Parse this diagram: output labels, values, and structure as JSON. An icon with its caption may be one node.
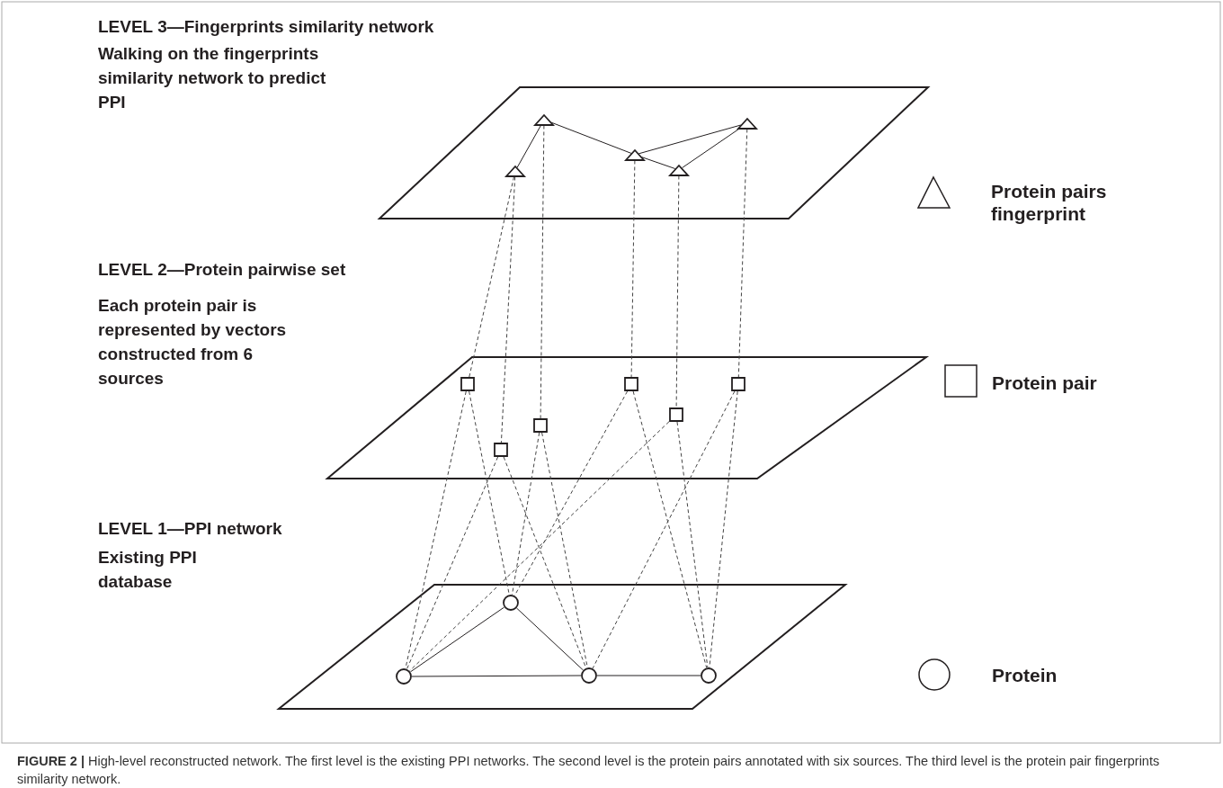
{
  "diagram": {
    "caption": "**FIGURE 2 |** High-level reconstructed network. The first level is the existing PPI networks. The second level is the protein pairs annotated with six sources. The third level is the protein pair fingerprints similarity network.",
    "nodes": [
      {
        "text": [],
        "shape": "triangle"
      },
      {
        "text": [],
        "shape": "triangle"
      },
      {
        "text": [],
        "shape": "triangle"
      },
      {
        "text": [],
        "shape": "triangle"
      },
      {
        "text": [],
        "shape": "triangle"
      },
      {
        "text": [],
        "shape": "box"
      },
      {
        "text": [],
        "shape": "box"
      },
      {
        "text": [],
        "shape": "box"
      },
      {
        "text": [],
        "shape": "box"
      },
      {
        "text": [],
        "shape": "box"
      },
      {
        "text": [],
        "shape": "box"
      },
      {
        "text": [],
        "shape": "circle"
      },
      {
        "text": [],
        "shape": "circle"
      },
      {
        "text": [],
        "shape": "circle"
      },
      {
        "text": [],
        "shape": "circle"
      }
    ],
    "edges": [
      {
        "from": 1,
        "to": 0,
        "arrow": "none"
      },
      {
        "from": 1,
        "to": 2,
        "arrow": "none"
      },
      {
        "from": 2,
        "to": 4,
        "arrow": "none"
      },
      {
        "from": 2,
        "to": 3,
        "arrow": "none"
      },
      {
        "from": 3,
        "to": 4,
        "arrow": "none"
      },
      {
        "from": 0,
        "to": 5,
        "arrow": "none",
        "style": "dashed"
      },
      {
        "from": 0,
        "to": 6,
        "arrow": "none",
        "style": "dashed"
      },
      {
        "from": 1,
        "to": 7,
        "arrow": "none",
        "style": "dashed"
      },
      {
        "from": 2,
        "to": 8,
        "arrow": "none",
        "style": "dashed"
      },
      {
        "from": 3,
        "to": 9,
        "arrow": "none",
        "style": "dashed"
      },
      {
        "from": 4,
        "to": 10,
        "arrow": "none",
        "style": "dashed"
      },
      {
        "from": 5,
        "to": 11,
        "arrow": "none",
        "style": "dashed"
      },
      {
        "from": 5,
        "to": 12,
        "arrow": "none",
        "style": "dashed"
      },
      {
        "from": 6,
        "to": 11,
        "arrow": "none",
        "style": "dashed"
      },
      {
        "from": 6,
        "to": 13,
        "arrow": "none",
        "style": "dashed"
      },
      {
        "from": 7,
        "to": 12,
        "arrow": "none",
        "style": "dashed"
      },
      {
        "from": 7,
        "to": 13,
        "arrow": "none",
        "style": "dashed"
      },
      {
        "from": 8,
        "to": 12,
        "arrow": "none",
        "style": "dashed"
      },
      {
        "from": 8,
        "to": 14,
        "arrow": "none",
        "style": "dashed"
      },
      {
        "from": 9,
        "to": 11,
        "arrow": "none",
        "style": "dashed"
      },
      {
        "from": 9,
        "to": 14,
        "arrow": "none",
        "style": "dashed"
      },
      {
        "from": 10,
        "to": 13,
        "arrow": "none",
        "style": "dashed"
      },
      {
        "from": 10,
        "to": 14,
        "arrow": "none",
        "style": "dashed"
      },
      {
        "from": 11,
        "to": 12,
        "arrow": "none"
      },
      {
        "from": 12,
        "to": 13,
        "arrow": "none"
      },
      {
        "from": 11,
        "to": 13,
        "arrow": "none"
      },
      {
        "from": 13,
        "to": 14,
        "arrow": "none"
      }
    ],
    "labels": [
      "LEVEL 3—Fingerprints similarity network",
      "Walking on the fingerprints similarity network to predict PPI",
      "LEVEL 2—Protein pairwise set",
      "Each protein pair is represented by vectors constructed from 6 sources",
      "LEVEL 1—PPI network",
      "Existing PPI database"
    ],
    "legend": [
      {
        "text": "Protein pairs fingerprint"
      },
      {
        "text": "Protein pair"
      },
      {
        "text": "Protein"
      }
    ]
  }
}
